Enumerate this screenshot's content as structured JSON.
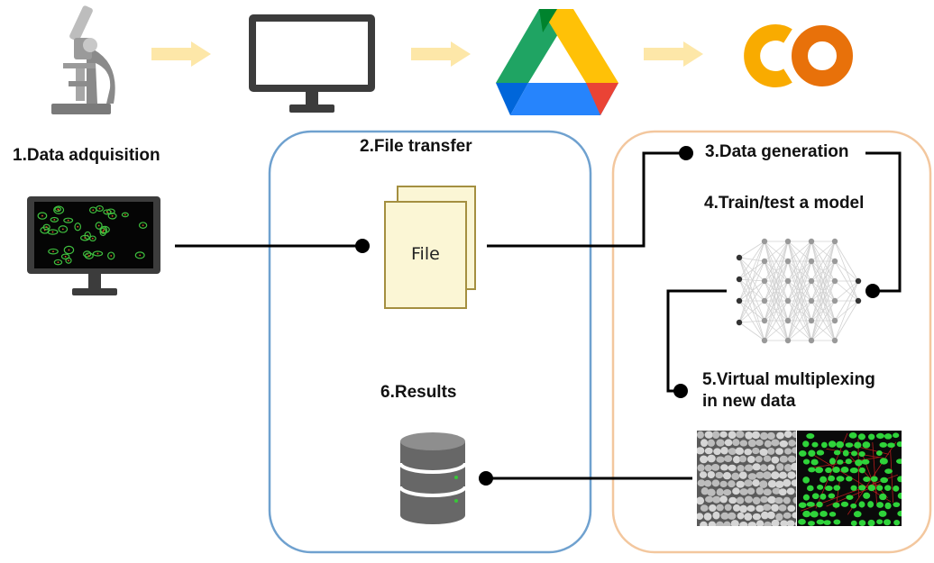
{
  "steps": {
    "step1": "1.Data adquisition",
    "step2": "2.File transfer",
    "step3": "3.Data generation",
    "step4": "4.Train/test a model",
    "step5_line1": "5.Virtual multiplexing",
    "step5_line2": "in new data",
    "step6": "6.Results"
  },
  "file_card": {
    "label": "File"
  },
  "icons": [
    "microscope-icon",
    "monitor-icon",
    "google-drive-icon",
    "colab-icon",
    "database-icon",
    "neural-network-icon"
  ],
  "colors": {
    "arrow": "#fde7a8",
    "drive_box": "#6fa1cf",
    "colab_box": "#f3c79e",
    "file_fill": "#fbf6d5",
    "file_stroke": "#a48f40",
    "connector": "#000000"
  }
}
